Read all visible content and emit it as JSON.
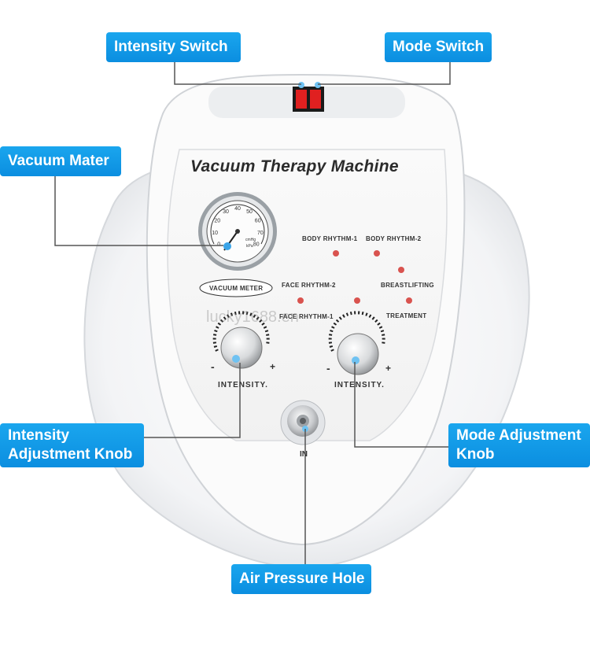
{
  "callouts": {
    "intensity_switch": "Intensity Switch",
    "mode_switch": "Mode Switch",
    "vacuum_mater": "Vacuum Mater",
    "intensity_knob_line1": "Intensity",
    "intensity_knob_line2": "Adjustment Knob",
    "mode_knob_line1": "Mode Adjustment",
    "mode_knob_line2": "Knob",
    "air_pressure_hole": "Air Pressure Hole"
  },
  "panel": {
    "title": "Vacuum Therapy Machine",
    "vacuum_meter_label": "VACUUM METER",
    "modes": {
      "body_rhythm_1": "BODY RHYTHM-1",
      "body_rhythm_2": "BODY RHYTHM-2",
      "face_rhythm_2": "FACE RHYTHM-2",
      "breastlifting": "BREASTLIFTING",
      "face_rhythm_1": "FACE RHYTHM-1",
      "treatment": "TREATMENT"
    },
    "intensity_label_left": "INTENSITY.",
    "intensity_label_right": "INTENSITY.",
    "minus": "-",
    "plus": "+",
    "inlet_label": "IN",
    "watermark": "lucky1688.en"
  },
  "gauge": {
    "ticks": [
      "0",
      "10",
      "20",
      "30",
      "40",
      "50",
      "60",
      "70",
      "80"
    ],
    "unit_1": "cmHg",
    "unit_2": "kPa"
  },
  "colors": {
    "callout_blue": "#0b8ee0",
    "indicator_red": "#d9534f",
    "switch_red": "#e02020"
  }
}
